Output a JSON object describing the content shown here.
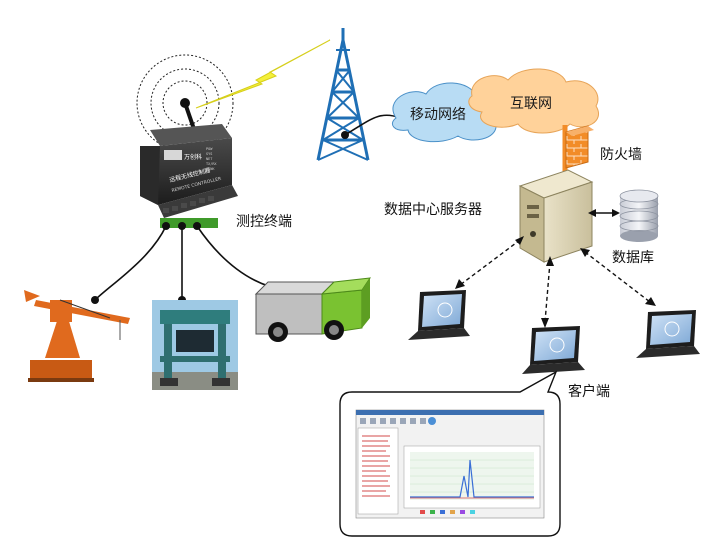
{
  "labels": {
    "terminal": "测控终端",
    "mobile_network": "移动网络",
    "internet": "互联网",
    "firewall": "防火墙",
    "server": "数据中心服务器",
    "database": "数据库",
    "client": "客户端"
  },
  "device": {
    "brand": "万创科",
    "panel_title": "远程无线控制器",
    "panel_subtitle": "REMOTE CONTROLLER",
    "leds": [
      "POW",
      "SYS",
      "NET",
      "TX/RX",
      "LINK"
    ]
  },
  "colors": {
    "cloud_blue": "#b8dcf4",
    "cloud_orange": "#ffd29a",
    "firewall_orange": "#f28c28",
    "lightning": "#f4f03a",
    "tower": "#1f6fb5",
    "truck_green": "#7ac231",
    "crane_orange": "#e06a1e"
  }
}
